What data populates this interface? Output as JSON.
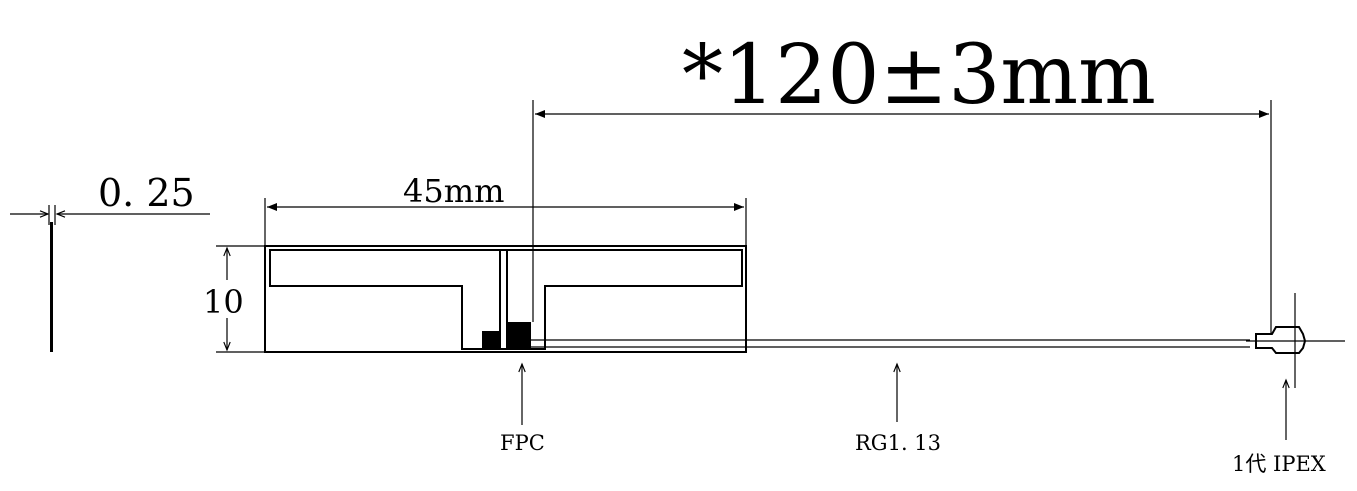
{
  "dimensions": {
    "cable_length": "*120±3mm",
    "antenna_length": "45mm",
    "antenna_height": "10",
    "thickness": "0. 25"
  },
  "labels": {
    "fpc": "FPC",
    "cable": "RG1. 13",
    "connector": "1代 IPEX"
  },
  "colors": {
    "line": "#000000",
    "background": "#ffffff"
  }
}
